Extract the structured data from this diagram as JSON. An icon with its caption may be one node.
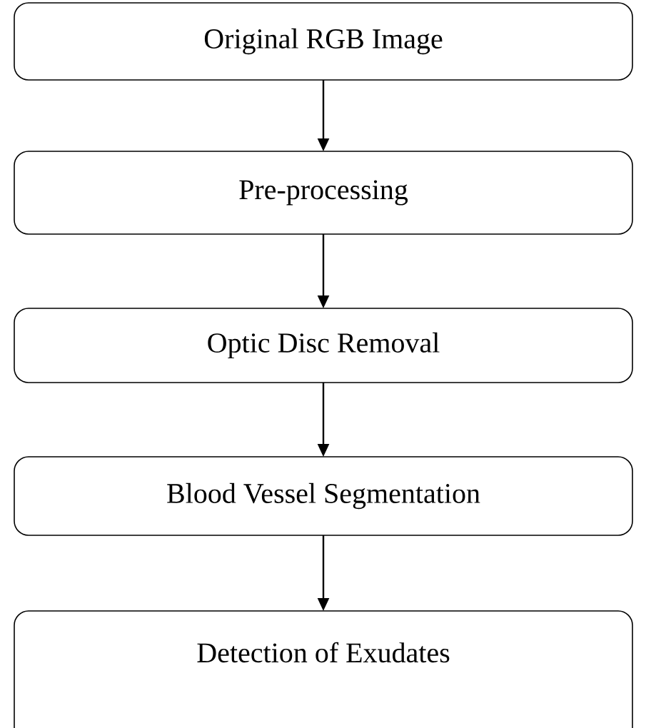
{
  "diagram": {
    "nodes": [
      {
        "text": [
          "Original RGB Image"
        ]
      },
      {
        "text": [
          "Pre-processing"
        ]
      },
      {
        "text": [
          "Optic Disc Removal"
        ]
      },
      {
        "text": [
          "Blood Vessel Segmentation"
        ]
      },
      {
        "text": [
          "Detection of Exudates"
        ]
      }
    ],
    "edges": [
      {
        "from": 0,
        "to": 1,
        "arrow": "to"
      },
      {
        "from": 1,
        "to": 2,
        "arrow": "to"
      },
      {
        "from": 2,
        "to": 3,
        "arrow": "to"
      },
      {
        "from": 3,
        "to": 4,
        "arrow": "to"
      }
    ]
  }
}
